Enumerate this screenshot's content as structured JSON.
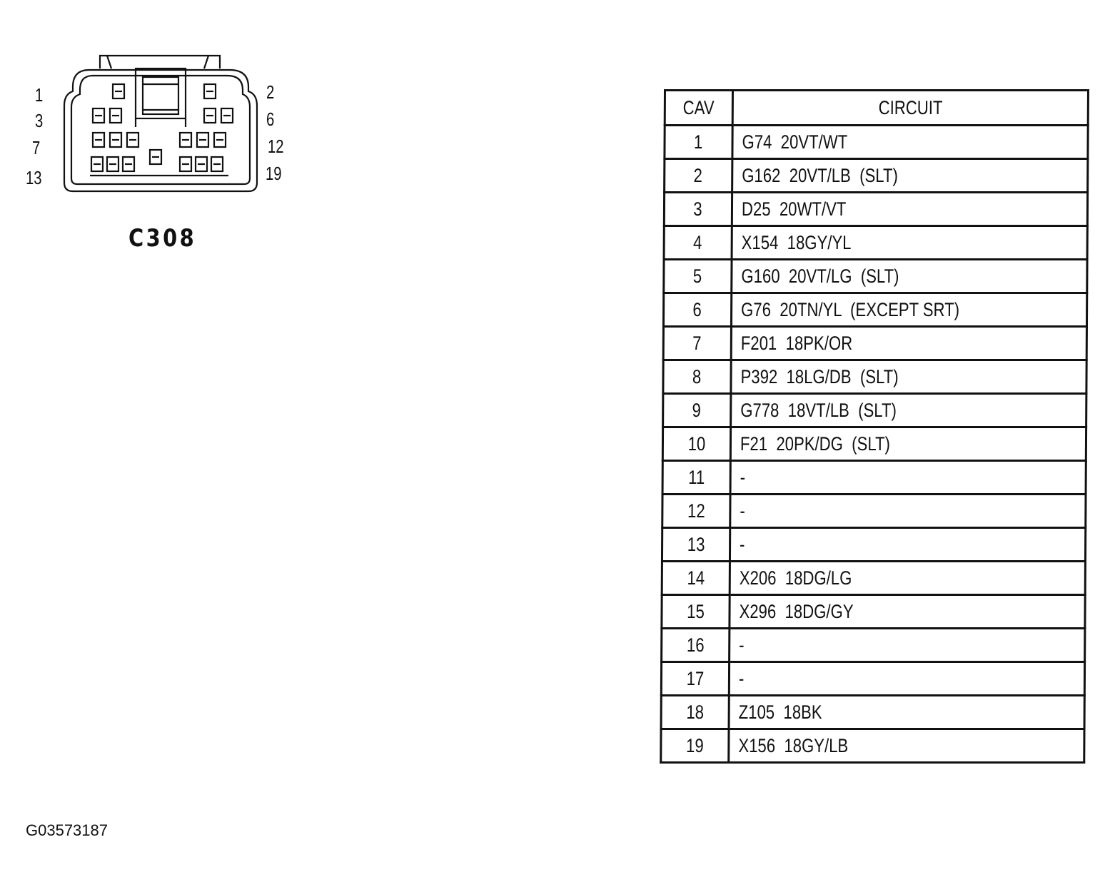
{
  "connector": {
    "id": "C308",
    "pin_labels": {
      "p1": "1",
      "p3": "3",
      "p7": "7",
      "p13": "13",
      "p2": "2",
      "p6": "6",
      "p12": "12",
      "p19": "19"
    }
  },
  "table": {
    "headers": {
      "cav": "CAV",
      "circuit": "CIRCUIT"
    },
    "rows": [
      {
        "cav": "1",
        "circuit": "G74  20VT/WT"
      },
      {
        "cav": "2",
        "circuit": "G162  20VT/LB  (SLT)"
      },
      {
        "cav": "3",
        "circuit": "D25  20WT/VT"
      },
      {
        "cav": "4",
        "circuit": "X154  18GY/YL"
      },
      {
        "cav": "5",
        "circuit": "G160  20VT/LG  (SLT)"
      },
      {
        "cav": "6",
        "circuit": "G76  20TN/YL  (EXCEPT SRT)"
      },
      {
        "cav": "7",
        "circuit": "F201  18PK/OR"
      },
      {
        "cav": "8",
        "circuit": "P392  18LG/DB  (SLT)"
      },
      {
        "cav": "9",
        "circuit": "G778  18VT/LB  (SLT)"
      },
      {
        "cav": "10",
        "circuit": "F21  20PK/DG  (SLT)"
      },
      {
        "cav": "11",
        "circuit": "-"
      },
      {
        "cav": "12",
        "circuit": "-"
      },
      {
        "cav": "13",
        "circuit": "-"
      },
      {
        "cav": "14",
        "circuit": "X206  18DG/LG"
      },
      {
        "cav": "15",
        "circuit": "X296  18DG/GY"
      },
      {
        "cav": "16",
        "circuit": "-"
      },
      {
        "cav": "17",
        "circuit": "-"
      },
      {
        "cav": "18",
        "circuit": "Z105  18BK"
      },
      {
        "cav": "19",
        "circuit": "X156  18GY/LB"
      }
    ]
  },
  "figure_id": "G03573187"
}
